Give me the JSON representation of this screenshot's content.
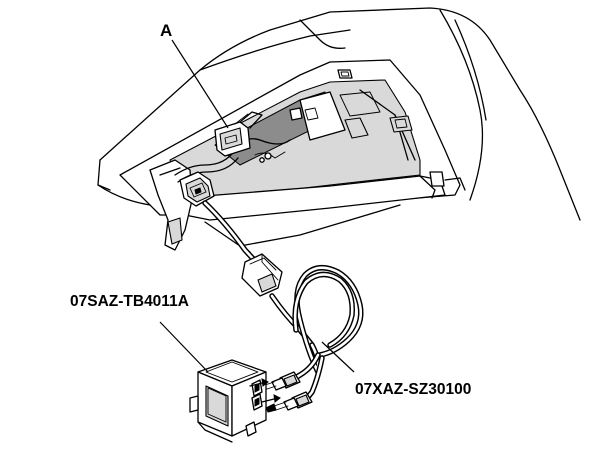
{
  "labels": {
    "callout_a": "A",
    "tool_a": "07SAZ-TB4011A",
    "tool_b": "07XAZ-SZ30100"
  },
  "colors": {
    "line": "#000000",
    "background": "#ffffff",
    "shade": "#d9d9d9",
    "dark_shade": "#8c8c8c"
  }
}
